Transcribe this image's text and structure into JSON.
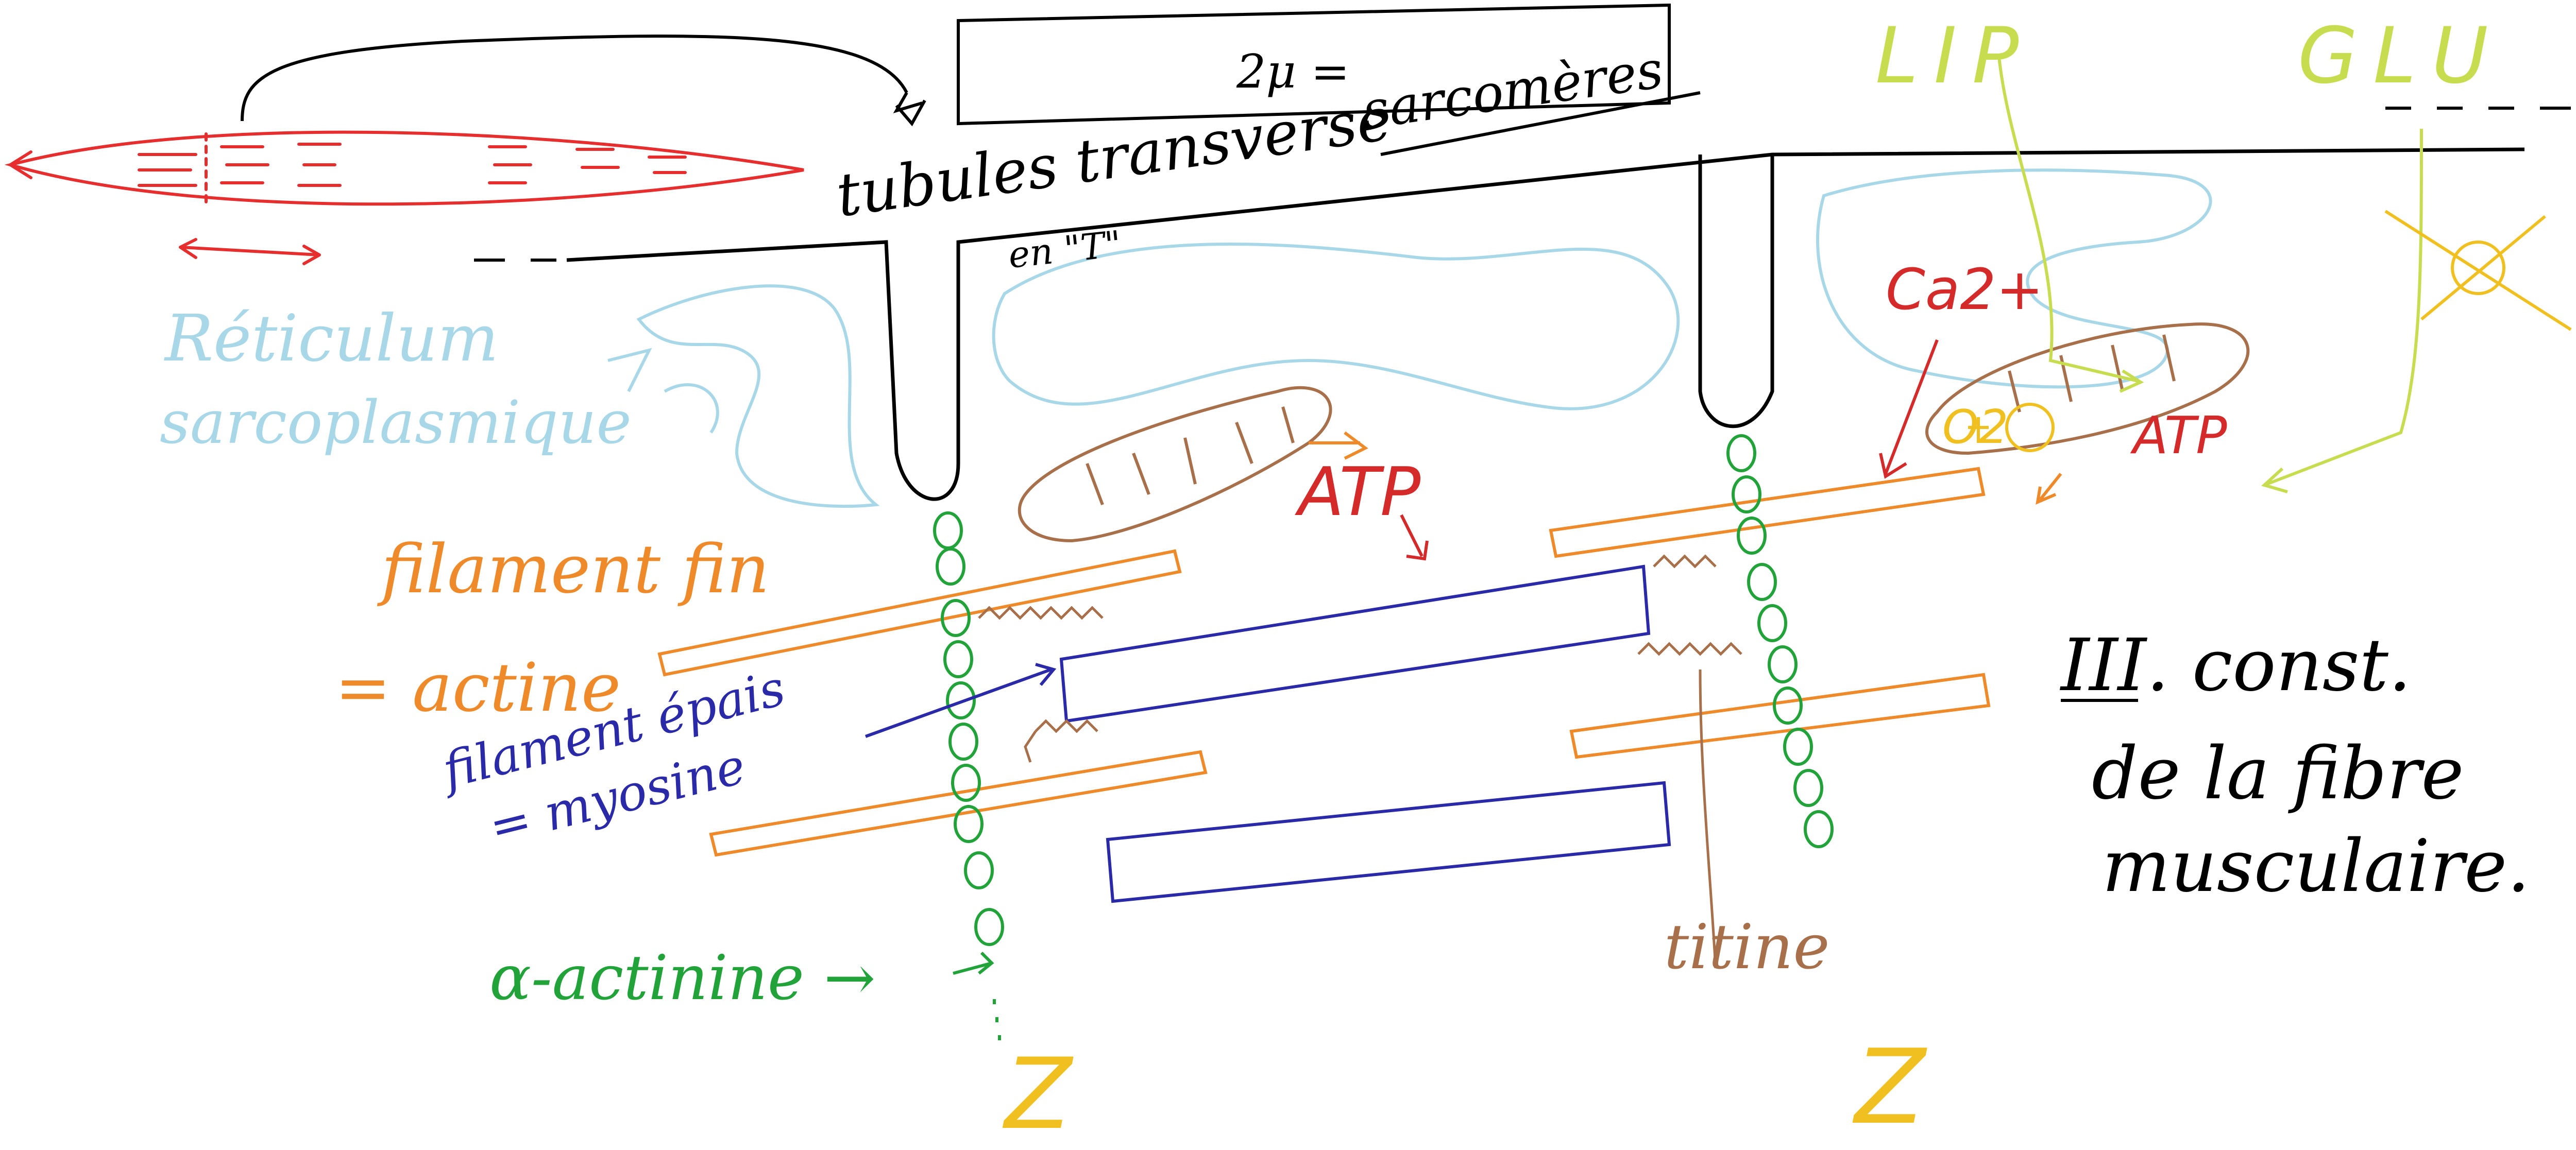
{
  "colors": {
    "background": "#ffffff",
    "membrane": "#000000",
    "reticulum": "#a8d8e8",
    "actin": "#ee8a2a",
    "myosin": "#2a2aa8",
    "alpha_actinin": "#22a33a",
    "titin": "#a8704a",
    "mitochondria": "#a8704a",
    "muscle_fiber": "#e62e2e",
    "calcium_atp": "#d42a2a",
    "z_label": "#f0c020",
    "lipids": "#c8dc50",
    "glucose": "#c8dc50",
    "oxygen": "#f0c020"
  },
  "labels": {
    "sarcomere_length": "2μ =",
    "sarcomeres": "sarcomères",
    "t_tubules": "tubules transverse",
    "t_shape": "en \"T\"",
    "reticulum_line1": "Réticulum",
    "reticulum_line2": "sarcoplasmique",
    "thin_filament": "filament fin",
    "actin": "= actine",
    "thick_filament": "filament épais",
    "myosin": "= myosine",
    "alpha_actinin": "α-actinine →",
    "titin": "titine",
    "z_left": "Z",
    "z_right": "Z",
    "atp_left": "ATP",
    "atp_right": "ATP",
    "calcium": "Ca2+",
    "oxygen": "O2",
    "lipids": "LIP",
    "glucose": "GLU",
    "title_line1": "III. const.",
    "title_line2": "de la fibre",
    "title_line3": "musculaire."
  }
}
